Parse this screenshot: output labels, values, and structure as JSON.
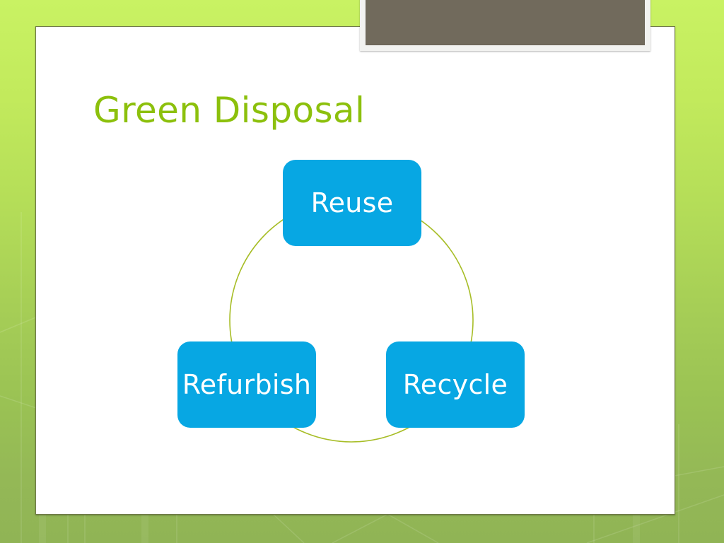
{
  "slide": {
    "title": "Green Disposal",
    "title_color": "#8cc00c",
    "background_top_color": "#c9f263",
    "background_bottom_color": "#90b455",
    "panel_color": "#ffffff",
    "panel_border_color": "#6f7a48",
    "banner_fill_color": "#716a5c",
    "banner_frame_color": "#f2f2f0"
  },
  "diagram": {
    "type": "cycle",
    "shape": "circle",
    "ring_color": "#a7bd26",
    "node_fill_color": "#07a7e3",
    "node_text_color": "#ffffff",
    "nodes": [
      {
        "id": "reuse",
        "label": "Reuse",
        "position": "top"
      },
      {
        "id": "recycle",
        "label": "Recycle",
        "position": "bottom-right"
      },
      {
        "id": "refurbish",
        "label": "Refurbish",
        "position": "bottom-left"
      }
    ]
  }
}
